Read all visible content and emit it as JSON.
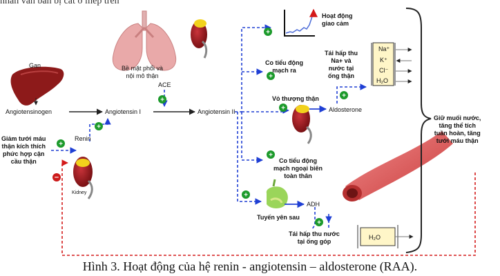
{
  "labels": {
    "liver": "Gan",
    "lung_surface": "Bề mặt phổi và\nnội mô thận",
    "ace": "ACE",
    "angiotensinogen": "Angiotensinogen",
    "angiotensin1": "Angiotensin I",
    "angiotensin2": "Angiotensin II",
    "renin": "Renin",
    "kidney": "Kidney",
    "stimulus": "Giảm tưới máu\nthận kích thích\nphức hợp cận\ncầu thận",
    "sympathetic": "Hoạt động\ngiao cảm",
    "efferent": "Co tiểu động\nmạch ra",
    "reabsorb_na": "Tái hấp thu\nNa+ và\nnước tại\nống thận",
    "adrenal": "Vỏ thượng thận",
    "aldosterone": "Aldosterone",
    "peripheral": "Co tiểu động\nmạch ngoại biên\ntoàn thân",
    "pituitary": "Tuyến yên sau",
    "adh": "ADH",
    "reabsorb_water": "Tái hấp thu nước\ntại ống góp",
    "outcome": "Giữ muối nước,\ntăng thể tích\ntuần hoàn, tăng\ntưới máu thận",
    "ion_na": "Na⁺",
    "ion_k": "K⁺",
    "ion_cl": "Cl⁻",
    "ion_h2o": "H₂O",
    "tubule_h2o": "H₂O",
    "plus": "+",
    "minus": "−"
  },
  "caption": "Hình 3. Hoạt động của hệ renin - angiotensin – aldosterone (RAA).",
  "top_cut_text": "nhãn văn bản bị cắt ở mép trên",
  "colors": {
    "blue_arrow": "#1f3fd4",
    "red_arrow": "#d41a1a",
    "green_plus": "#1c9a2b",
    "red_minus": "#cc1a1a",
    "kidney": "#9b1c1f",
    "liver": "#8d1a1a",
    "lung": "#e9a9a9",
    "vessel": "#e25a5a",
    "adrenal": "#f2d21c",
    "pituitary": "#9ad55a"
  }
}
